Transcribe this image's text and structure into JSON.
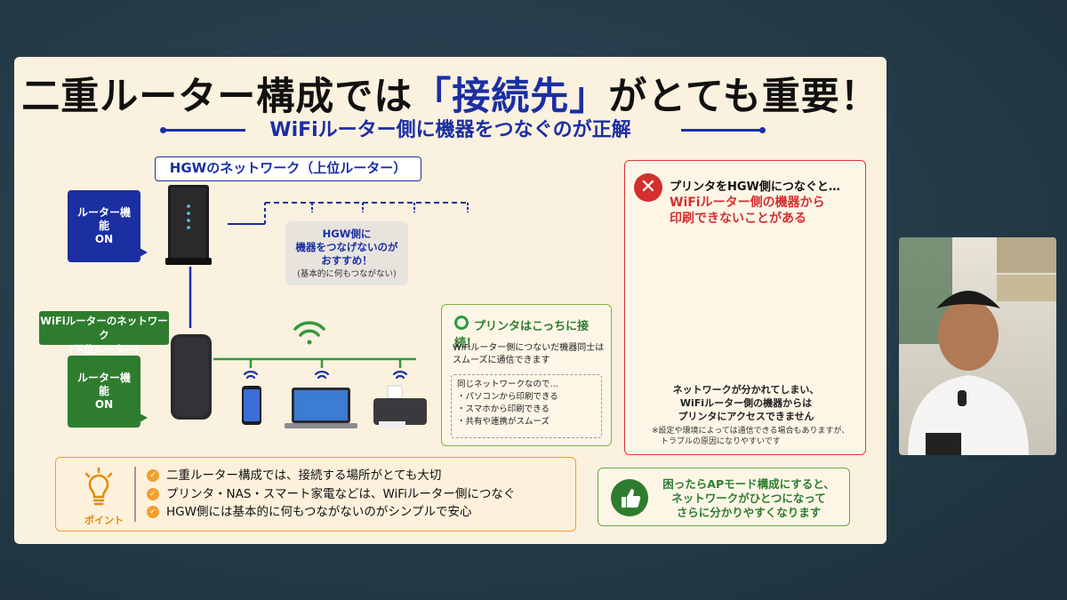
{
  "title": {
    "before": "二重ルーター構成では",
    "highlight": "「接続先」",
    "after": "がとても重要！"
  },
  "subtitle": "WiFiルーター側に機器をつなぐのが正解",
  "hgw": {
    "title": "HGWのネットワーク（上位ルーター）",
    "router_func_label": "ルーター機能\nON",
    "note": {
      "line1": "HGW側に",
      "line2": "機器をつなげないのが",
      "line3": "おすすめ！",
      "small": "(基本的に何もつながない)"
    }
  },
  "wifi": {
    "net_label": "WiFiルーターのネットワーク\n(下位ルーター)",
    "router_func_label": "ルーター機能\nON"
  },
  "green_box": {
    "header": "プリンタはこっちに接続！",
    "body1": "WiFiルーター側につないだ機器同士は",
    "body2": "スムーズに通信できます",
    "dash_title": "同じネットワークなので…",
    "items": [
      "・パソコンから印刷できる",
      "・スマホから印刷できる",
      "・共有や連携がスムーズ"
    ]
  },
  "red_box": {
    "icon": "✕",
    "line1": "プリンタをHGW側につなぐと…",
    "line2": "WiFiルーター側の機器から",
    "line3": "印刷できないことがある",
    "desc1": "ネットワークが分かれてしまい、",
    "desc2": "WiFiルーター側の機器からは",
    "desc3": "プリンタにアクセスできません",
    "foot1": "※設定や環境によっては通信できる場合もありますが、",
    "foot2": "トラブルの原因になりやすいです"
  },
  "point": {
    "label": "ポイント",
    "items": [
      "二重ルーター構成では、接続する場所がとても大切",
      "プリンタ・NAS・スマート家電などは、WiFiルーター側につなぐ",
      "HGW側には基本的に何もつながないのがシンプルで安心"
    ]
  },
  "ap": {
    "line1": "困ったらAPモード構成にすると、",
    "line2": "ネットワークがひとつになって",
    "line3": "さらに分かりやすくなります"
  },
  "colors": {
    "accent_blue": "#1b2fa3",
    "green": "#2e7d2e",
    "red": "#d32f2f",
    "orange": "#f0a030",
    "slide_bg": "#fbf1df"
  }
}
